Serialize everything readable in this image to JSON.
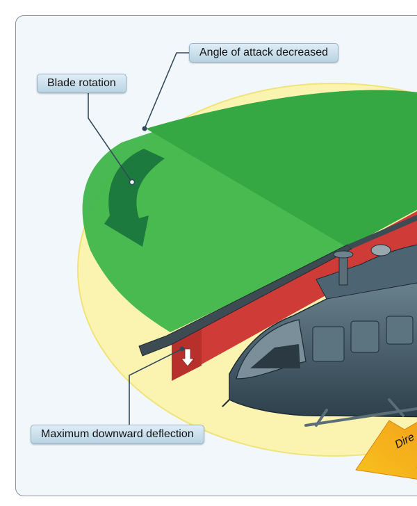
{
  "labels": {
    "angle_of_attack": "Angle of attack decreased",
    "blade_rotation": "Blade rotation",
    "max_deflection": "Maximum downward deflection",
    "direction": "Dire"
  },
  "colors": {
    "rotor_disc": "#fbf4b0",
    "green_area": "#3fb64a",
    "red_blade_area": "#cf3b36",
    "rotation_arrow": "#1c7a3e",
    "direction_arrow": "#f5a81e",
    "helicopter_body": "#3e5563"
  },
  "icons": {
    "rotation": "curved-arrow-icon",
    "deflection": "down-arrow-icon"
  }
}
